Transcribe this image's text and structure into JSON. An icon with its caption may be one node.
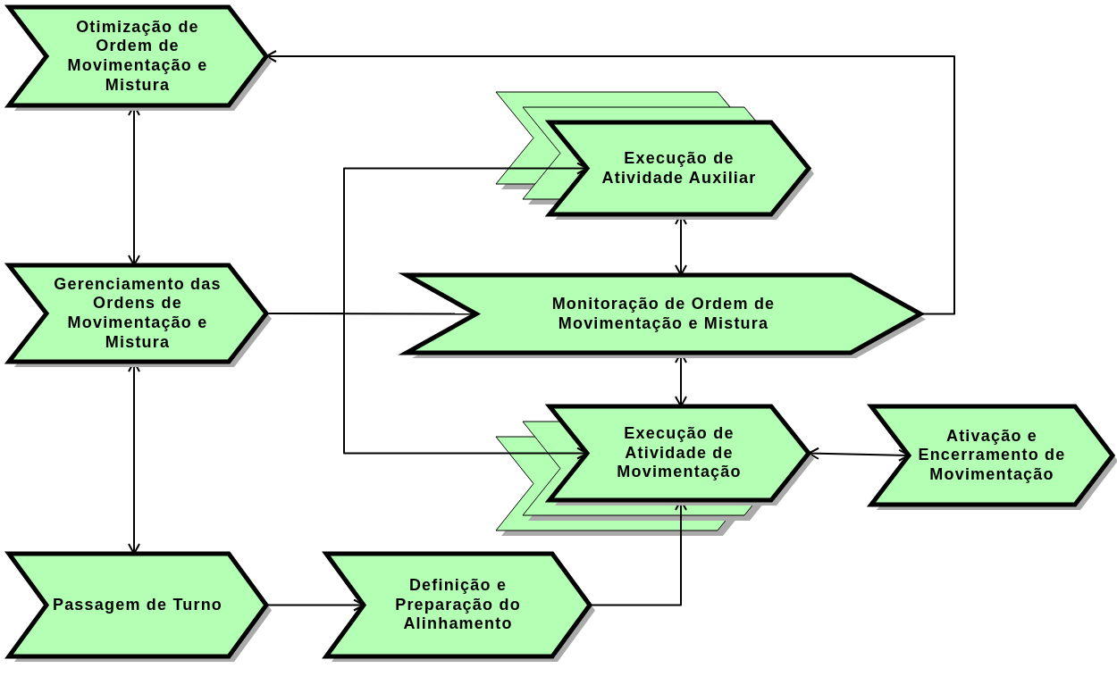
{
  "diagram": {
    "nodes": [
      {
        "text": [
          "Otimização de Ordem de Movimentação e Mistura"
        ]
      },
      {
        "text": [
          "Execução de Atividade Auxiliar"
        ]
      },
      {
        "text": [
          "Gerenciamento das Ordens de Movimentação e Mistura"
        ]
      },
      {
        "text": [
          "Monitoração de Ordem de Movimentação e Mistura"
        ]
      },
      {
        "text": [
          "Execução de Atividade de Movimentação"
        ]
      },
      {
        "text": [
          "Ativação e Encerramento de Movimentação"
        ]
      },
      {
        "text": [
          "Passagem de Turno"
        ]
      },
      {
        "text": [
          "Definição e Preparação do Alinhamento"
        ]
      }
    ],
    "edges": [
      {
        "from": 0,
        "to": 2,
        "arrow": "both"
      },
      {
        "from": 3,
        "to": 0,
        "arrow": "to"
      },
      {
        "from": 2,
        "to": 1,
        "arrow": "to"
      },
      {
        "from": 2,
        "to": 3,
        "arrow": "to"
      },
      {
        "from": 2,
        "to": 4,
        "arrow": "to"
      },
      {
        "from": 1,
        "to": 3,
        "arrow": "both"
      },
      {
        "from": 3,
        "to": 4,
        "arrow": "both"
      },
      {
        "from": 4,
        "to": 5,
        "arrow": "both"
      },
      {
        "from": 2,
        "to": 6,
        "arrow": "both"
      },
      {
        "from": 6,
        "to": 7,
        "arrow": "to"
      },
      {
        "from": 7,
        "to": 4,
        "arrow": "to"
      }
    ]
  }
}
